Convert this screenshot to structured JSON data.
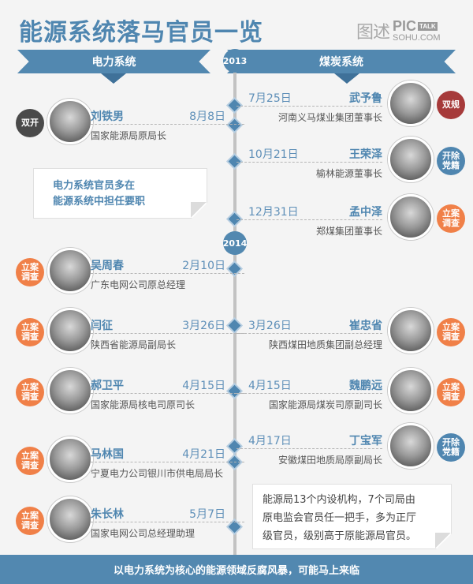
{
  "title": "能源系统落马官员一览",
  "logo": {
    "cn": "图述",
    "pic": "PIC",
    "talk": "TALK",
    "sohu": "SOHU.COM"
  },
  "columns": {
    "left": "电力系统",
    "right": "煤炭系统"
  },
  "years": [
    "2013",
    "2014"
  ],
  "colors": {
    "accent": "#5288b0",
    "double_expel": "#4a4a4a",
    "shuanggui": "#a63a3a",
    "investigation": "#f08048",
    "party_expel": "#4f86b0"
  },
  "left_entries": [
    {
      "name": "刘铁男",
      "date": "8月8日",
      "role": "国家能源局原局长",
      "badge": "双开",
      "badge_type": "double_expel"
    },
    {
      "name": "吴周春",
      "date": "2月10日",
      "role": "广东电网公司原总经理",
      "badge": "立案调查",
      "badge_type": "investigation"
    },
    {
      "name": "闫征",
      "date": "3月26日",
      "role": "陕西省能源局副局长",
      "badge": "立案调查",
      "badge_type": "investigation"
    },
    {
      "name": "郝卫平",
      "date": "4月15日",
      "role": "国家能源局核电司原司长",
      "badge": "立案调查",
      "badge_type": "investigation"
    },
    {
      "name": "马林国",
      "date": "4月21日",
      "role": "宁夏电力公司银川市供电局局长",
      "badge": "立案调查",
      "badge_type": "investigation"
    },
    {
      "name": "朱长林",
      "date": "5月7日",
      "role": "国家电网公司总经理助理",
      "badge": "立案调查",
      "badge_type": "investigation"
    }
  ],
  "right_entries": [
    {
      "name": "武予鲁",
      "date": "7月25日",
      "role": "河南义马煤业集团董事长",
      "badge": "双规",
      "badge_type": "shuanggui"
    },
    {
      "name": "王荣泽",
      "date": "10月21日",
      "role": "榆林能源董事长",
      "badge": "开除党籍",
      "badge_type": "party_expel"
    },
    {
      "name": "孟中泽",
      "date": "12月31日",
      "role": "郑煤集团董事长",
      "badge": "立案调查",
      "badge_type": "investigation"
    },
    {
      "name": "崔忠省",
      "date": "3月26日",
      "role": "陕西煤田地质集团副总经理",
      "badge": "立案调查",
      "badge_type": "investigation"
    },
    {
      "name": "魏鹏远",
      "date": "4月15日",
      "role": "国家能源局煤炭司原副司长",
      "badge": "立案调查",
      "badge_type": "investigation"
    },
    {
      "name": "丁宝军",
      "date": "4月17日",
      "role": "安徽煤田地质局原副局长",
      "badge": "开除党籍",
      "badge_type": "party_expel"
    }
  ],
  "notes": {
    "left": [
      "电力系统官员多在",
      "能源系统中担任要职"
    ],
    "right": [
      "能源局13个内设机构，7个司局由",
      "原电监会官员任一把手，多为正厅",
      "级官员，级别高于原能源局官员。"
    ]
  },
  "footer": "以电力系统为核心的能源领域反腐风暴，可能马上来临"
}
